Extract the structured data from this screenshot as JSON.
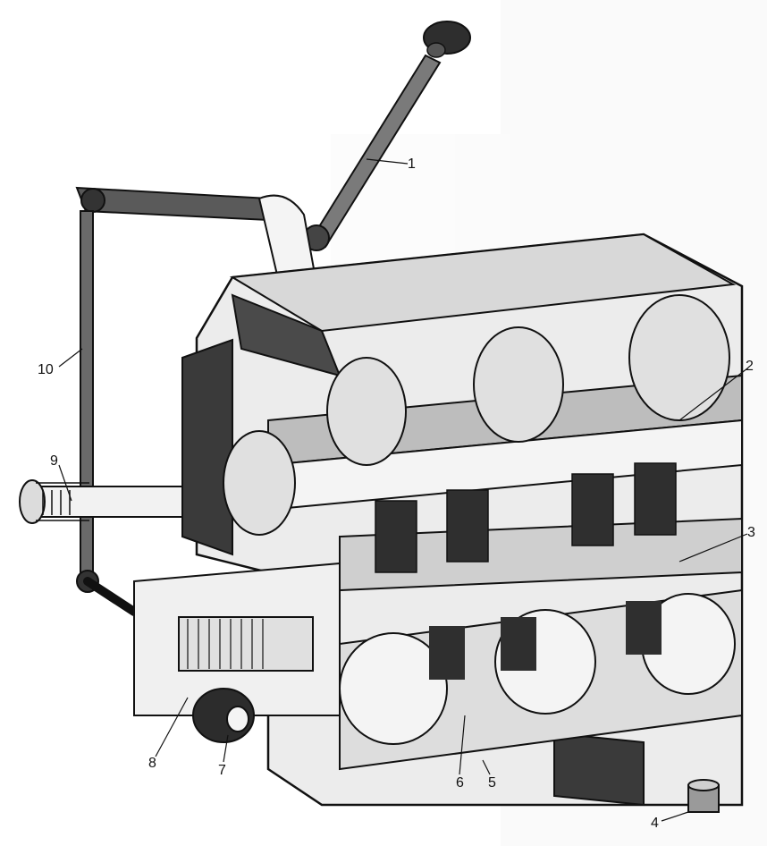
{
  "callouts": {
    "c1": "1",
    "c2": "2",
    "c3": "3",
    "c4": "4",
    "c5": "5",
    "c6": "6",
    "c7": "7",
    "c8": "8",
    "c9": "9",
    "c10": "10"
  },
  "colors": {
    "ink": "#111111",
    "dark_fill": "#3a3a3a",
    "mid_fill": "#8a8a8a",
    "light_fill": "#e6e6e6",
    "paper": "#ffffff"
  }
}
